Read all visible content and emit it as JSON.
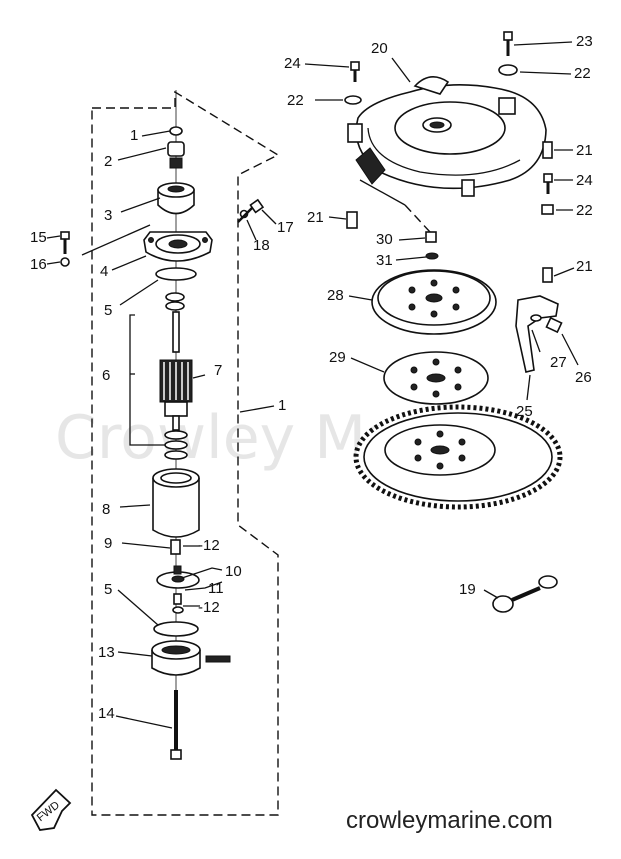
{
  "diagram": {
    "watermark": "Crowley Marine",
    "website": "crowleymarine.com",
    "direction_badge": "FWD",
    "callouts": [
      "1",
      "2",
      "3",
      "4",
      "5",
      "6",
      "7",
      "8",
      "9",
      "10",
      "11",
      "12",
      "13",
      "14",
      "15",
      "16",
      "17",
      "18",
      "19",
      "20",
      "21",
      "22",
      "23",
      "24",
      "25",
      "26",
      "27",
      "28",
      "29",
      "30",
      "31"
    ]
  }
}
